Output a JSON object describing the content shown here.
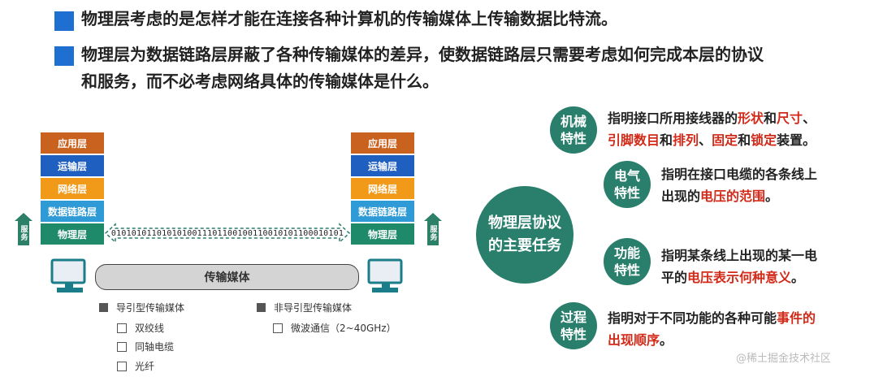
{
  "bullets": [
    "物理层考虑的是怎样才能在连接各种计算机的传输媒体上传输数据比特流。",
    "物理层为数据链路层屏蔽了各种传输媒体的差异，使数据链路层只需要考虑如何完成本层的协议",
    "和服务，而不必考虑网络具体的传输媒体是什么。"
  ],
  "stack_layers": [
    "应用层",
    "运输层",
    "网络层",
    "数据链路层",
    "物理层"
  ],
  "service_label": "服务",
  "bitstream": "010101011010101001110110010011001010110001010 1",
  "bitstream_clean": "0101010110101010011101100100110010101100010101",
  "medium_label": "传输媒体",
  "legend": {
    "guided": "导引型传输媒体",
    "guided_items": [
      "双绞线",
      "同轴电缆",
      "光纤"
    ],
    "unguided": "非导引型传输媒体",
    "unguided_items": [
      "微波通信（2~40GHz）"
    ]
  },
  "center_circle": {
    "line1": "物理层协议",
    "line2": "的主要任务"
  },
  "characteristics": [
    {
      "l1": "机械",
      "l2": "特性",
      "lines": [
        [
          {
            "t": "指明接口所用接线器的"
          },
          {
            "t": "形状",
            "hl": true
          },
          {
            "t": "和"
          },
          {
            "t": "尺寸",
            "hl": true
          },
          {
            "t": "、"
          }
        ],
        [
          {
            "t": "引脚数目",
            "hl": true
          },
          {
            "t": "和"
          },
          {
            "t": "排列",
            "hl": true
          },
          {
            "t": "、"
          },
          {
            "t": "固定",
            "hl": true
          },
          {
            "t": "和"
          },
          {
            "t": "锁定",
            "hl": true
          },
          {
            "t": "装置。"
          }
        ]
      ]
    },
    {
      "l1": "电气",
      "l2": "特性",
      "lines": [
        [
          {
            "t": "指明在接口电缆的各条线上"
          }
        ],
        [
          {
            "t": "出现的"
          },
          {
            "t": "电压的范围",
            "hl": true
          },
          {
            "t": "。"
          }
        ]
      ]
    },
    {
      "l1": "功能",
      "l2": "特性",
      "lines": [
        [
          {
            "t": "指明某条线上出现的某一电"
          }
        ],
        [
          {
            "t": "平的"
          },
          {
            "t": "电压表示何种意义",
            "hl": true
          },
          {
            "t": "。"
          }
        ]
      ]
    },
    {
      "l1": "过程",
      "l2": "特性",
      "lines": [
        [
          {
            "t": "指明对于不同功能的各种可能"
          },
          {
            "t": "事件的",
            "hl": true
          }
        ],
        [
          {
            "t": "出现顺序",
            "hl": true
          },
          {
            "t": "。"
          }
        ]
      ]
    }
  ],
  "watermark": "@稀土掘金技术社区",
  "colors": {
    "accent": "#1f6fd0",
    "teal": "#2a7f6c",
    "highlight": "#d22a18"
  }
}
